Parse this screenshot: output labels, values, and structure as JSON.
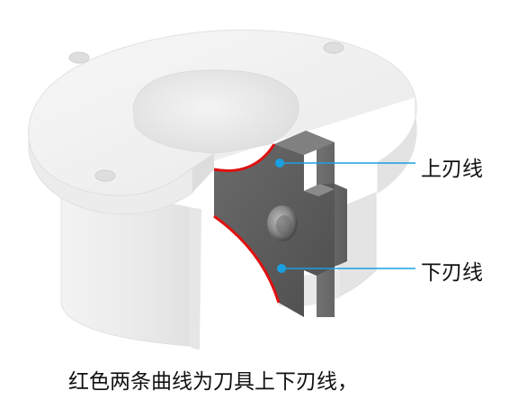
{
  "labels": {
    "upper_edge": "上刃线",
    "lower_edge": "下刃线"
  },
  "caption": "红色两条曲线为刀具上下刃线，",
  "colors": {
    "cutting_edge": "#e01010",
    "leader_line": "#1aa0e0",
    "insert_body": "#5a5a5a",
    "part_body": "#eeeeee"
  }
}
